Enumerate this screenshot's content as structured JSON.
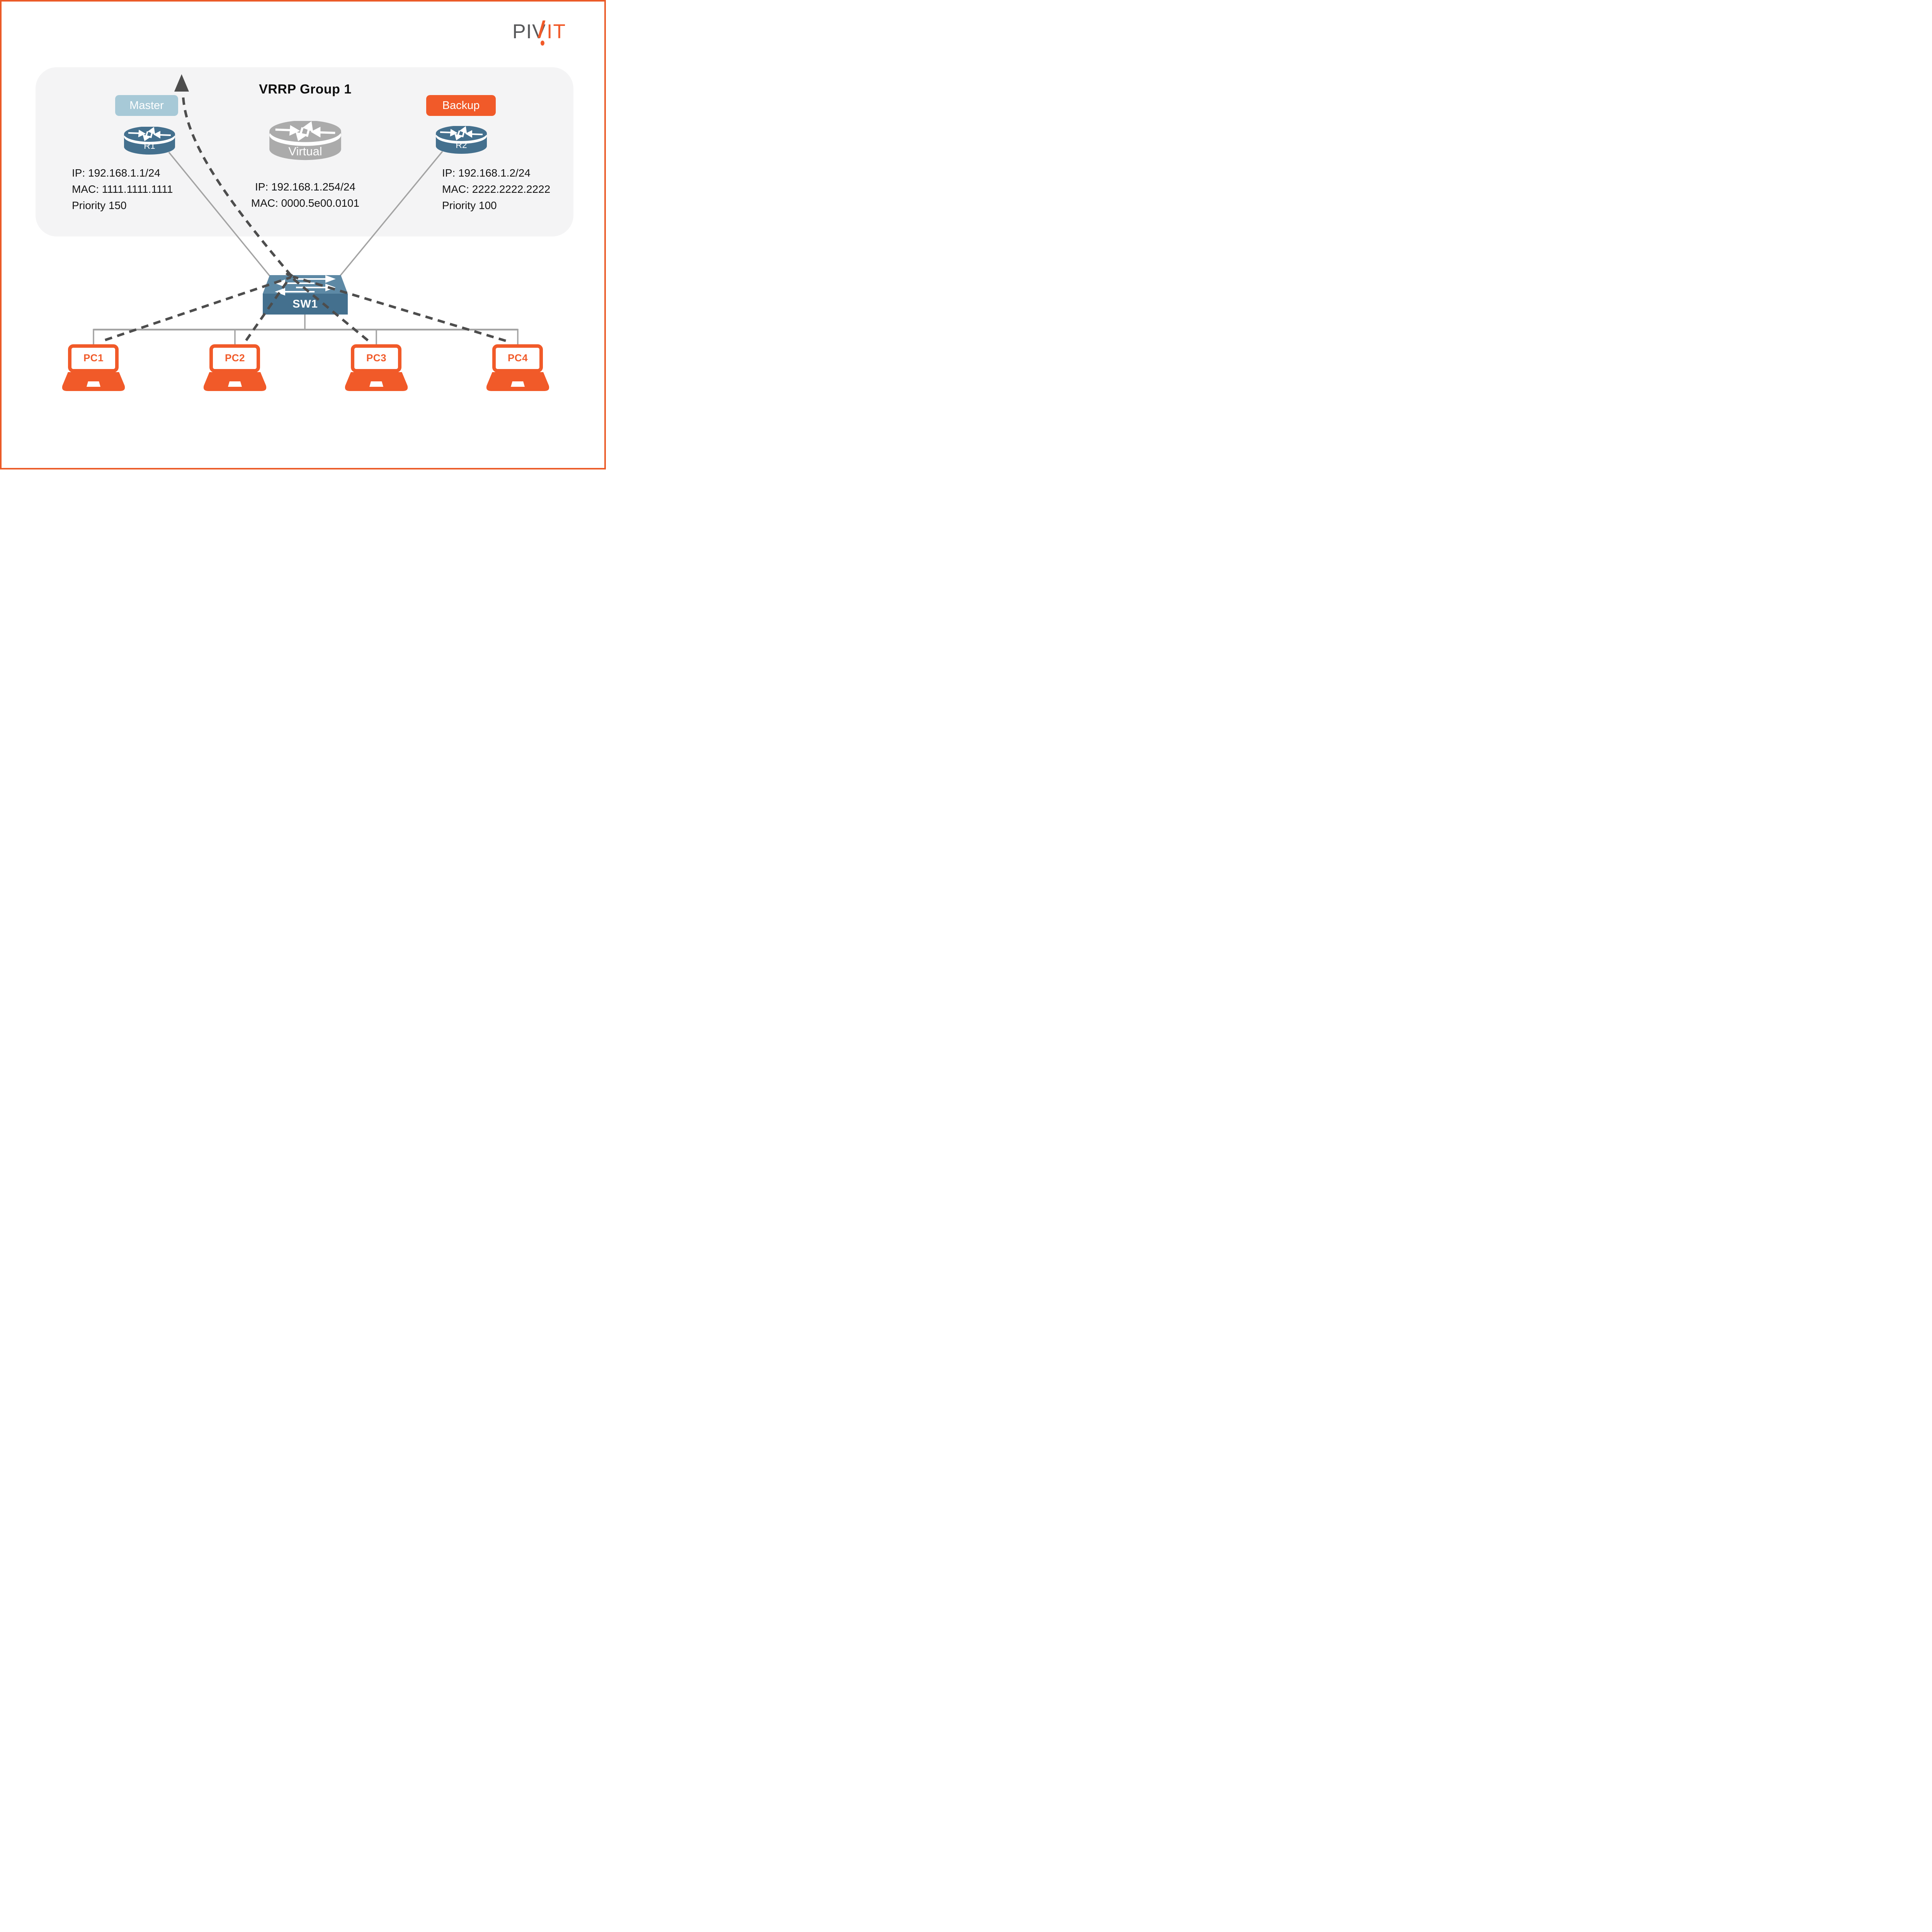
{
  "brand": {
    "logo_text_gray": "PIV",
    "logo_text_orange": "IT"
  },
  "group": {
    "title": "VRRP Group 1"
  },
  "nodes": {
    "master": {
      "badge": "Master",
      "name": "R1",
      "details": [
        "IP: 192.168.1.1/24",
        "MAC: 1111.1111.1111",
        "Priority 150"
      ]
    },
    "virtual": {
      "name": "Virtual",
      "details": [
        "IP: 192.168.1.254/24",
        "MAC: 0000.5e00.0101"
      ]
    },
    "backup": {
      "badge": "Backup",
      "name": "R2",
      "details": [
        "IP: 192.168.1.2/24",
        "MAC: 2222.2222.2222",
        "Priority 100"
      ]
    },
    "switch": {
      "name": "SW1"
    },
    "pcs": [
      {
        "name": "PC1"
      },
      {
        "name": "PC2"
      },
      {
        "name": "PC3"
      },
      {
        "name": "PC4"
      }
    ]
  },
  "icons": {
    "router": "cylinder-with-four-arrows",
    "switch": "3d-box-with-traffic-arrows",
    "pc": "laptop",
    "flow": "dashed-line-up-arrow",
    "logo_slash": "orange-slash",
    "logo_dot": "orange-dot"
  },
  "colors": {
    "accent_orange": "#F15A29",
    "border_orange": "#EB5B28",
    "router_blue": "#44708E",
    "switch_top_blue": "#5D89A5",
    "master_badge_blue": "#A7C9D7",
    "virtual_gray": "#ABABAB",
    "panel_gray": "#F4F4F5",
    "dashed_line_gray": "#4D4D4D",
    "connector_gray": "#A3A3A3",
    "logo_gray": "#58595B"
  }
}
